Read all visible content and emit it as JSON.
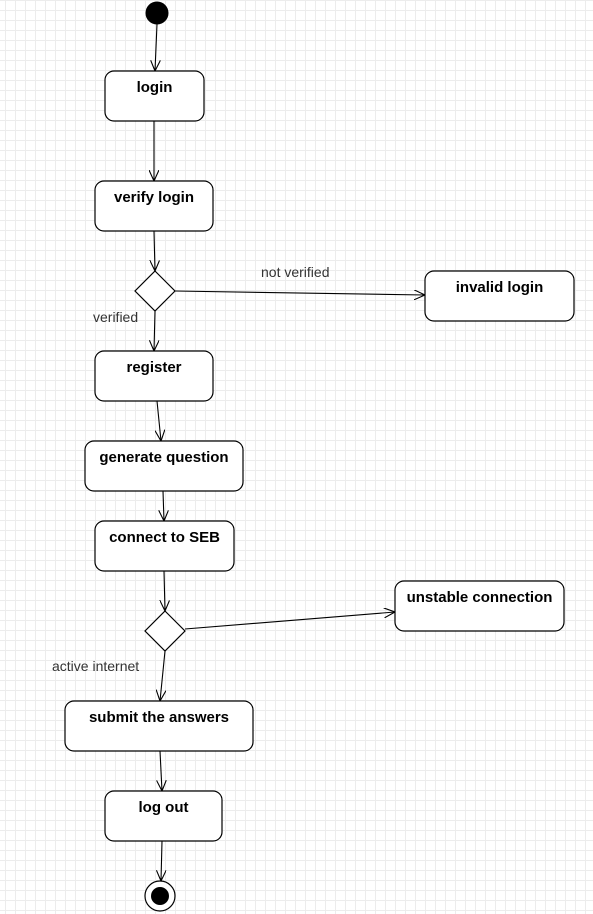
{
  "diagram": {
    "type": "uml-activity-diagram",
    "nodes": [
      {
        "id": "start",
        "kind": "initial"
      },
      {
        "id": "login",
        "kind": "action",
        "label": "login"
      },
      {
        "id": "verify",
        "kind": "action",
        "label": "verify login"
      },
      {
        "id": "decision1",
        "kind": "decision"
      },
      {
        "id": "invalid",
        "kind": "action",
        "label": "invalid login"
      },
      {
        "id": "register",
        "kind": "action",
        "label": "register"
      },
      {
        "id": "generate",
        "kind": "action",
        "label": "generate question"
      },
      {
        "id": "connect",
        "kind": "action",
        "label": "connect to SEB"
      },
      {
        "id": "decision2",
        "kind": "decision"
      },
      {
        "id": "unstable",
        "kind": "action",
        "label": "unstable connection"
      },
      {
        "id": "submit",
        "kind": "action",
        "label": "submit the answers"
      },
      {
        "id": "logout",
        "kind": "action",
        "label": "log out"
      },
      {
        "id": "end",
        "kind": "final"
      }
    ],
    "edges": [
      {
        "from": "start",
        "to": "login"
      },
      {
        "from": "login",
        "to": "verify"
      },
      {
        "from": "verify",
        "to": "decision1"
      },
      {
        "from": "decision1",
        "to": "invalid",
        "label": "not verified"
      },
      {
        "from": "decision1",
        "to": "register",
        "label": "verified"
      },
      {
        "from": "register",
        "to": "generate"
      },
      {
        "from": "generate",
        "to": "connect"
      },
      {
        "from": "connect",
        "to": "decision2"
      },
      {
        "from": "decision2",
        "to": "unstable"
      },
      {
        "from": "decision2",
        "to": "submit",
        "label": "active internet"
      },
      {
        "from": "submit",
        "to": "logout"
      },
      {
        "from": "logout",
        "to": "end"
      }
    ]
  }
}
